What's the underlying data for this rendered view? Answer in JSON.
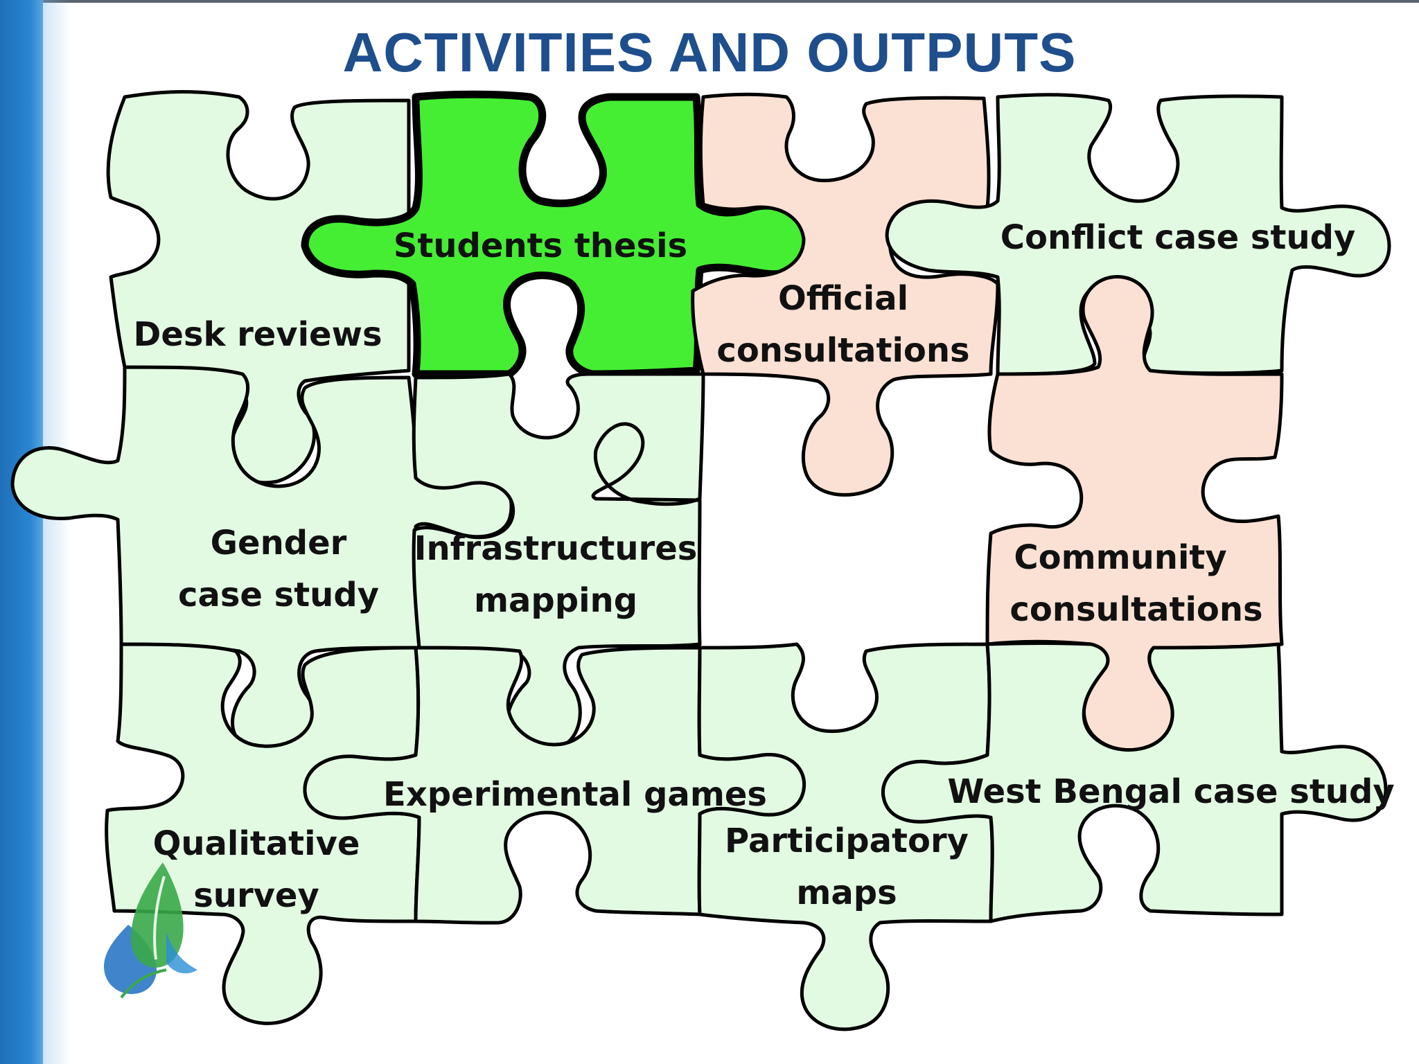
{
  "title": "ACTIVITIES AND OUTPUTS",
  "colors": {
    "title": "#1f4e8c",
    "light_green_piece": "#e2f9e2",
    "highlight_piece": "#45ee33",
    "peach_piece": "#fbe1d4",
    "left_band": "#2a86d1"
  },
  "pieces": {
    "desk_reviews": {
      "label": "Desk reviews",
      "fill": "light_green"
    },
    "students_thesis": {
      "label": "Students thesis",
      "fill": "highlight"
    },
    "official_consultations": {
      "lines": [
        "Official",
        "consultations"
      ],
      "fill": "peach"
    },
    "conflict_case_study": {
      "label": "Conflict case study",
      "fill": "light_green"
    },
    "gender_case_study": {
      "lines": [
        "Gender",
        "case study"
      ],
      "fill": "light_green"
    },
    "infrastructures_mapping": {
      "lines": [
        "Infrastructures",
        "mapping"
      ],
      "fill": "light_green"
    },
    "community_consultations": {
      "lines": [
        "Community",
        "consultations"
      ],
      "fill": "peach"
    },
    "qualitative_survey": {
      "lines": [
        "Qualitative",
        "survey"
      ],
      "fill": "light_green"
    },
    "experimental_games": {
      "label": "Experimental games",
      "fill": "light_green"
    },
    "participatory_maps": {
      "lines": [
        "Participatory",
        "maps"
      ],
      "fill": "light_green"
    },
    "west_bengal_case_study": {
      "label": "West Bengal case study",
      "fill": "light_green"
    }
  },
  "logo": {
    "icon": "water-drop-leaf-icon"
  }
}
